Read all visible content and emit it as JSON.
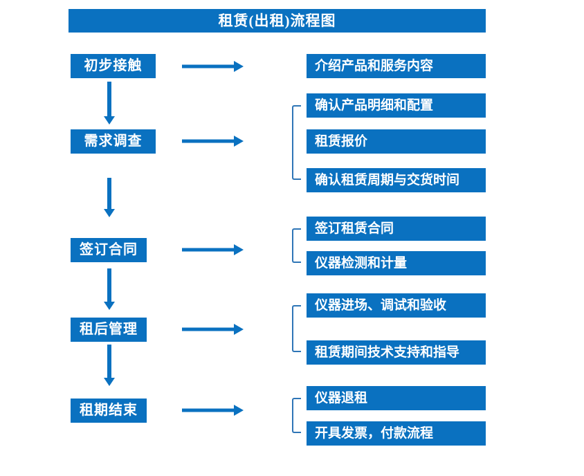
{
  "title": "租赁(出租)流程图",
  "colors": {
    "primary": "#0A71C0",
    "bracket": "#2E75B6",
    "text_on_blue": "#FFFFFF",
    "background": "#FFFFFF"
  },
  "stages": [
    {
      "label": "初步接触",
      "details": [
        "介绍产品和服务内容"
      ]
    },
    {
      "label": "需求调查",
      "details": [
        "确认产品明细和配置",
        "租赁报价",
        "确认租赁周期与交货时间"
      ]
    },
    {
      "label": "签订合同",
      "details": [
        "签订租赁合同",
        "仪器检测和计量"
      ]
    },
    {
      "label": "租后管理",
      "details": [
        "仪器进场、调试和验收",
        "租赁期间技术支持和指导"
      ]
    },
    {
      "label": "租期结束",
      "details": [
        "仪器退租",
        "开具发票，付款流程"
      ]
    }
  ]
}
